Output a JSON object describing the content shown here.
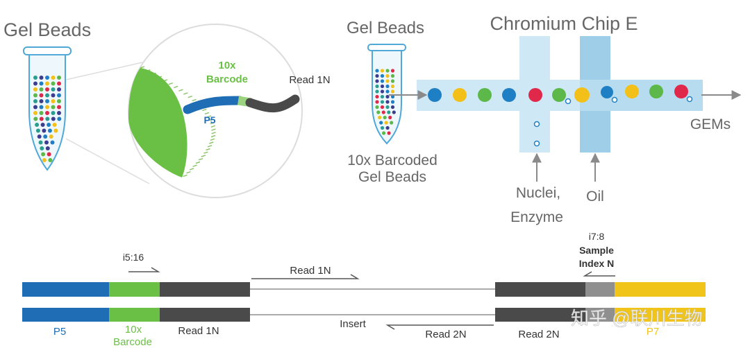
{
  "left_panel": {
    "title": "Gel Beads",
    "barcode_label_line1": "10x",
    "barcode_label_line2": "Barcode",
    "p5_label": "P5",
    "read_label": "Read 1N"
  },
  "right_panel": {
    "gel_beads_title": "Gel Beads",
    "chip_title": "Chromium Chip E",
    "barcoded_label_line1": "10x Barcoded",
    "barcoded_label_line2": "Gel Beads",
    "gems_label": "GEMs",
    "nuclei_label_line1": "Nuclei,",
    "nuclei_label_line2": "Enzyme",
    "oil_label": "Oil"
  },
  "library": {
    "i5_label": "i5:16",
    "read1_top_label": "Read 1N",
    "i7_label_line1": "i7:8",
    "i7_label_line2": "Sample",
    "i7_label_line3": "Index N",
    "p5_label": "P5",
    "barcode_line1": "10x",
    "barcode_line2": "Barcode",
    "read1_bottom_label": "Read 1N",
    "insert_label": "Insert",
    "read2_arrow_label": "Read 2N",
    "read2_segment_label": "Read 2N",
    "p7_label": "P7"
  },
  "watermark": "知乎 @联川生物",
  "colors": {
    "p5_blue": "#1f6eb5",
    "barcode_green": "#6abf45",
    "read_dark": "#4a4a4a",
    "index_gray": "#8f8f8f",
    "p7_yellow": "#f0c419",
    "channel_blue": "#cfe8f5",
    "oil_blue": "#9fcfe8"
  }
}
